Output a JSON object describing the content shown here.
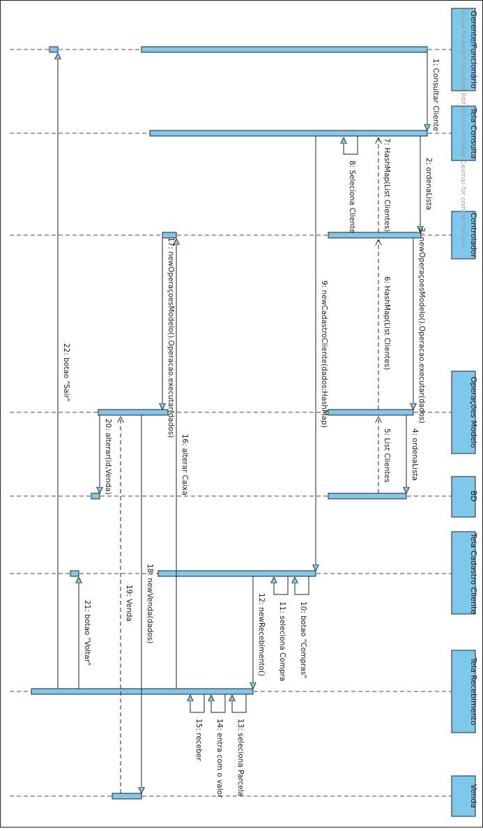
{
  "diagram": {
    "watermark": "Visual Paradigm Standard Edition(Universidade Ceuma)  for commercial use",
    "participants": [
      {
        "id": "gerente",
        "label": "Gerente/Funcionário"
      },
      {
        "id": "tela_consulta",
        "label": "Tela Consulta"
      },
      {
        "id": "controlador",
        "label": "Controlador"
      },
      {
        "id": "operacoes_modelo",
        "label": "Operações Modelo"
      },
      {
        "id": "bd",
        "label": "BD"
      },
      {
        "id": "tela_cadastro_cliente",
        "label": "Tela Cadastro Cliente"
      },
      {
        "id": "tela_recebimento",
        "label": "Tela Recebimento"
      },
      {
        "id": "venda",
        "label": "Venda"
      }
    ],
    "messages": [
      {
        "id": "m1",
        "label": "1: Consultar Cliente"
      },
      {
        "id": "m2",
        "label": "2: ordenaLista"
      },
      {
        "id": "m3",
        "label": "3: newOperaçoesModelo().Operacao.executar(dados)"
      },
      {
        "id": "m4",
        "label": "4: ordenaLista"
      },
      {
        "id": "m5",
        "label": "5: List Clientes"
      },
      {
        "id": "m6",
        "label": "6: HashMap(List Clientes)"
      },
      {
        "id": "m7",
        "label": "7: HashMap(List Clientes)"
      },
      {
        "id": "m8",
        "label": "8: Seleciona Cliente"
      },
      {
        "id": "m9",
        "label": "9: newCadastroCliente(dados:HashMap)"
      },
      {
        "id": "m10",
        "label": "10: botao \"Compras\""
      },
      {
        "id": "m11",
        "label": "11: seleciona Compra"
      },
      {
        "id": "m12",
        "label": "12: newRecebimento()"
      },
      {
        "id": "m13",
        "label": "13: seleciona Parcela"
      },
      {
        "id": "m14",
        "label": "14: entra com o valor"
      },
      {
        "id": "m15",
        "label": "15: receber"
      },
      {
        "id": "m16",
        "label": "16: alterar Caixa"
      },
      {
        "id": "m17",
        "label": "17: newOperaçoesModelo().Operacao.executar(dados)"
      },
      {
        "id": "m18",
        "label": "18: newVenda(dados)"
      },
      {
        "id": "m19",
        "label": "19: Venda"
      },
      {
        "id": "m20",
        "label": "20: alterar(id,Venda)"
      },
      {
        "id": "m21",
        "label": "21: botao \"Voltar\""
      },
      {
        "id": "m22",
        "label": "22: botao \"Sair\""
      }
    ]
  }
}
